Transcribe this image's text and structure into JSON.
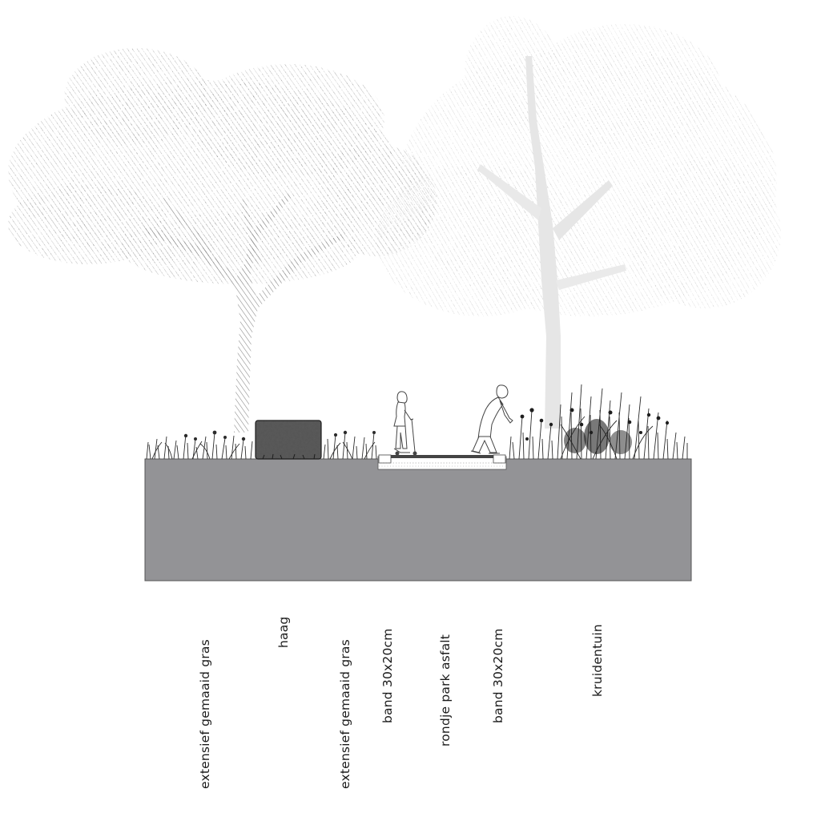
{
  "colors": {
    "ground": "#939396",
    "ground_stroke": "#555555",
    "canopy_left": "#6f6f6f",
    "canopy_right": "#b8b8b8",
    "trunk_left": "#cfcfcf",
    "trunk_right": "#e4e4e4",
    "hedge": "#2d2d2d",
    "vegetation": "#222222",
    "figure_stroke": "#444444",
    "label_text": "#1a1a1a"
  },
  "labels": [
    {
      "id": "grass-left",
      "text": "extensief gemaaid gras"
    },
    {
      "id": "hedge",
      "text": "haag"
    },
    {
      "id": "grass-right",
      "text": "extensief gemaaid gras"
    },
    {
      "id": "curb-left",
      "text": "band 30x20cm"
    },
    {
      "id": "path",
      "text": "rondje park asfalt"
    },
    {
      "id": "curb-right",
      "text": "band 30x20cm"
    },
    {
      "id": "herb-garden",
      "text": "kruidentuin"
    }
  ]
}
